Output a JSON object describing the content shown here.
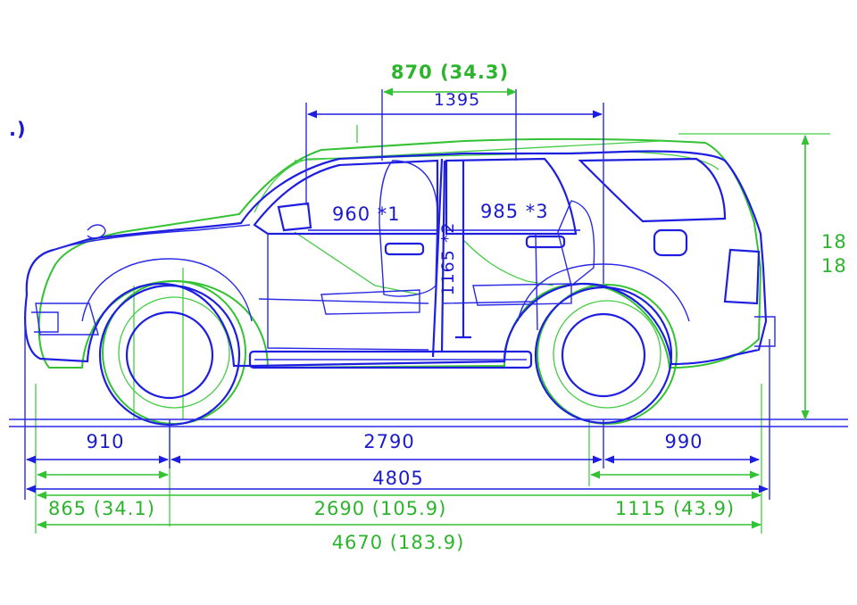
{
  "colors": {
    "current_model": "#1e1ee0",
    "previous_model": "#33c233"
  },
  "top_dims": {
    "green_header": "870 (34.3)",
    "blue_header": "1395"
  },
  "interior": {
    "front_legroom": "960 *1",
    "rear_legroom": "985 *3",
    "height": "1165 *2"
  },
  "side": {
    "left_mark": ".)",
    "right_mark_1": "18",
    "right_mark_2": "18"
  },
  "bottom_blue": {
    "front_overhang": "910",
    "wheelbase": "2790",
    "rear_overhang": "990",
    "overall_length": "4805"
  },
  "bottom_green": {
    "front_overhang": "865 (34.1)",
    "wheelbase": "2690 (105.9)",
    "rear_overhang": "1115 (43.9)",
    "overall_length": "4670 (183.9)"
  }
}
